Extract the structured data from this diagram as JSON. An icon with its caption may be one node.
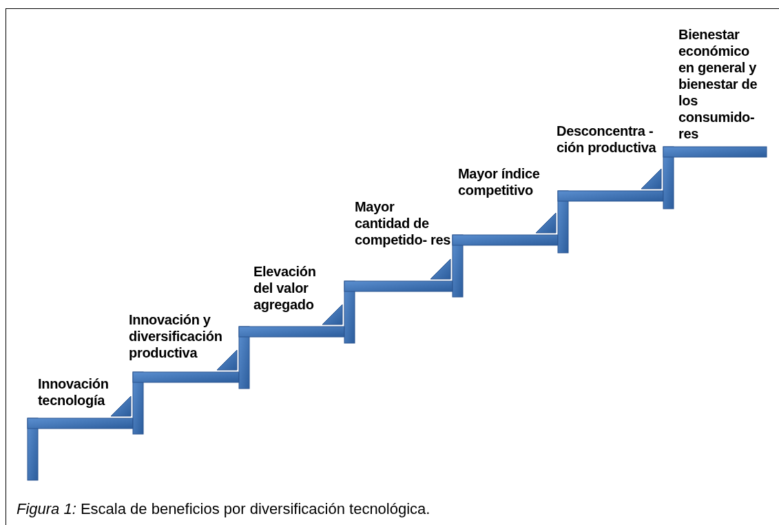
{
  "diagram": {
    "caption": "*Figura 1:* Escala de beneficios por diversificación tecnológica.",
    "nodes": [
      {
        "text": [
          "Innovación tecnología"
        ]
      },
      {
        "text": [
          "Innovación y diversificación productiva"
        ]
      },
      {
        "text": [
          "Elevación del valor agregado"
        ]
      },
      {
        "text": [
          "Mayor cantidad de competido- res"
        ]
      },
      {
        "text": [
          "Mayor índice competitivo"
        ]
      },
      {
        "text": [
          "Desconcentra -ción productiva"
        ]
      },
      {
        "text": [
          "Bienestar económico en general y bienestar de los consumido- res"
        ]
      }
    ],
    "edges": []
  }
}
